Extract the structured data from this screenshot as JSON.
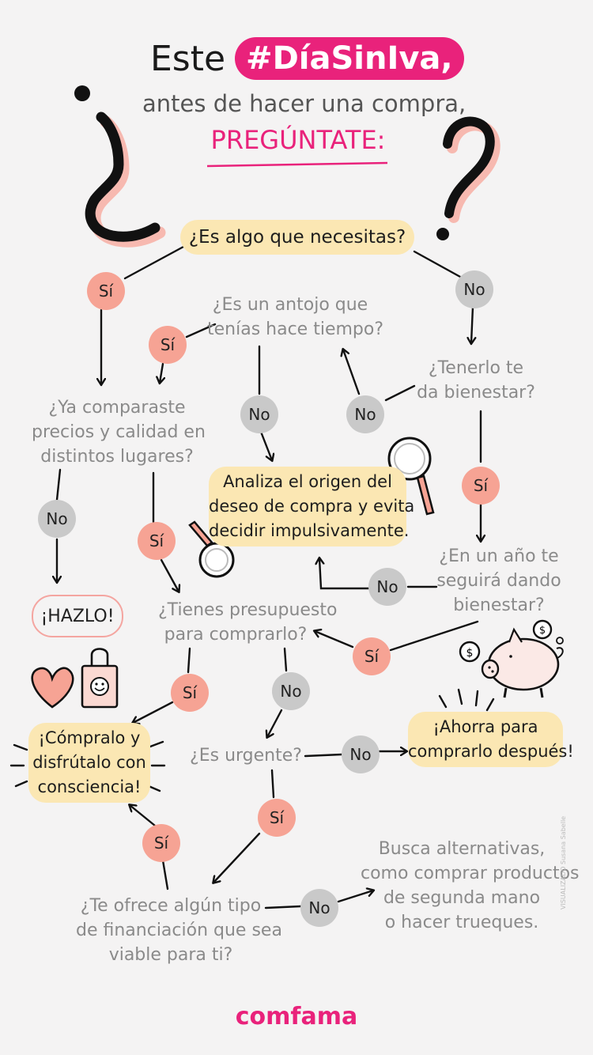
{
  "header": {
    "line1_prefix": "Este",
    "hashtag": "#DíaSinIva,",
    "subtitle": "antes de hacer una compra,",
    "emphasis": "PREGÚNTATE:"
  },
  "question_marks": {
    "open": "¿",
    "close": "?"
  },
  "nodes": {
    "q_necesitas": "¿Es algo que necesitas?",
    "q_antojo": [
      "¿Es un antojo que",
      "tenías hace tiempo?"
    ],
    "q_bienestar": [
      "¿Tenerlo te",
      "da bienestar?"
    ],
    "q_comparaste": [
      "¿Ya comparaste",
      "precios y calidad en",
      "distintos lugares?"
    ],
    "analiza": [
      "Analiza el origen del",
      "deseo de compra y evita",
      "decidir impulsivamente."
    ],
    "q_un_ano": [
      "¿En un año te",
      "seguirá dando",
      "bienestar?"
    ],
    "hazlo": "¡HAZLO!",
    "q_presupuesto": [
      "¿Tienes presupuesto",
      "para comprarlo?"
    ],
    "compralo": [
      "¡Cómpralo y",
      "disfrútalo con",
      "consciencia!"
    ],
    "q_urgente": "¿Es urgente?",
    "ahorra": [
      "¡Ahorra para",
      "comprarlo después!"
    ],
    "q_financiacion": [
      "¿Te ofrece algún tipo",
      "de financiación que sea",
      "viable para ti?"
    ],
    "busca": [
      "Busca alternativas,",
      "como comprar productos",
      "de segunda mano",
      "o hacer trueques."
    ]
  },
  "answers": {
    "yes": "Sí",
    "no": "No"
  },
  "icons": [
    "magnifier-icon",
    "heart-icon",
    "shopping-bag-icon",
    "piggy-bank-icon",
    "coin-icon"
  ],
  "colors": {
    "brand_pink": "#e9227b",
    "yes_badge": "#f6a394",
    "no_badge": "#c9c9c9",
    "highlight": "#fbe7b3",
    "text_gray": "#8a8a8a"
  },
  "footer": {
    "logo": "comfama",
    "watermark": "VISUALIZADO Susana Sabelle"
  }
}
